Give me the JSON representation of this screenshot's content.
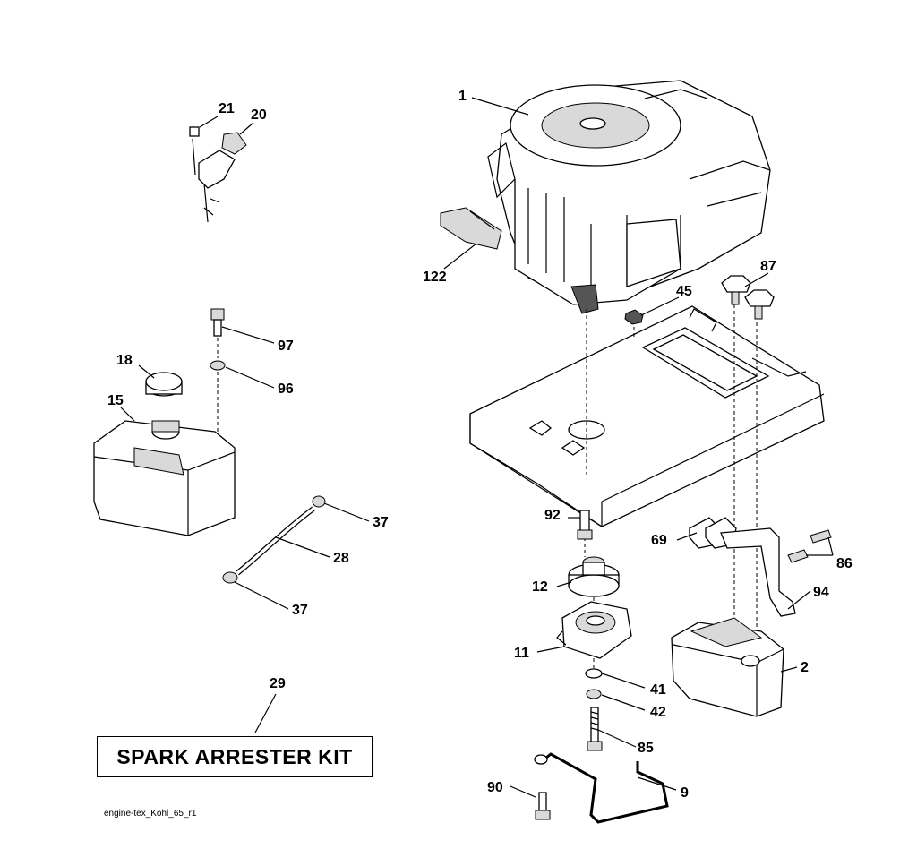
{
  "callouts": [
    "1",
    "20",
    "21",
    "122",
    "87",
    "45",
    "97",
    "96",
    "18",
    "15",
    "37",
    "28",
    "37",
    "92",
    "69",
    "86",
    "12",
    "94",
    "11",
    "2",
    "41",
    "42",
    "85",
    "9",
    "90",
    "29"
  ],
  "kit_label": "SPARK ARRESTER KIT",
  "footer_code": "engine-tex_Kohl_65_r1"
}
